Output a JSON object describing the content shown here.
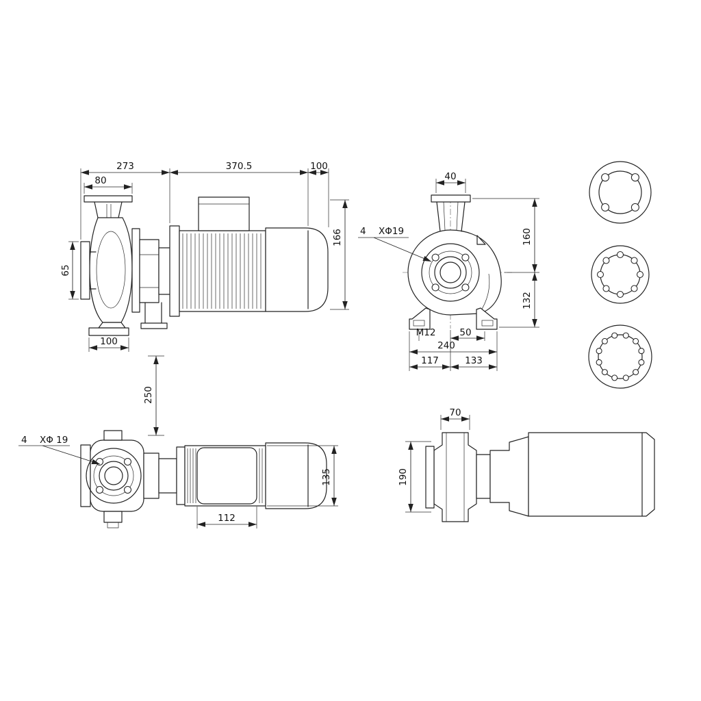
{
  "dims": {
    "side": {
      "pump_length": "273",
      "motor_length": "370.5",
      "fan_length": "100",
      "discharge_flange_width": "80",
      "suction_flange_height": "65",
      "motor_height": "166",
      "foot_width": "100"
    },
    "front": {
      "port_width": "40",
      "height_upper": "160",
      "height_lower": "132",
      "bolt_count": "4",
      "bolt_dia": "XΦ19",
      "foot_thread": "M12",
      "foot_offset": "50",
      "foot_span": "240",
      "foot_left": "117",
      "foot_right": "133"
    },
    "plan": {
      "center_offset": "250",
      "bolt_count": "4",
      "bolt_dia": "XΦ 19",
      "motor_width": "135",
      "stator_length": "112"
    },
    "end": {
      "port_width": "70",
      "casing_width": "190"
    }
  }
}
